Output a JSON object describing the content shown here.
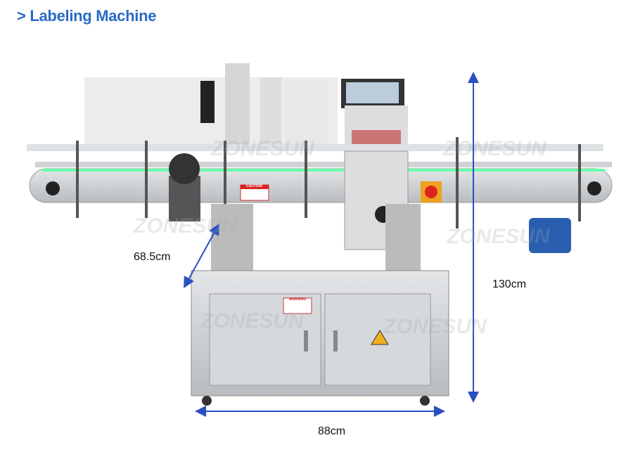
{
  "title": "> Labeling Machine",
  "dimensions": {
    "depth": "68.5cm",
    "height": "130cm",
    "width": "88cm"
  },
  "watermark": "ZONESUN",
  "labels": {
    "caution": "CAUTION",
    "warning": "WARNING"
  },
  "colors": {
    "title": "#2a6ac4",
    "dimension_arrow": "#2b4fc0",
    "steel": "#c9cdd1",
    "motor": "#2a5fb0",
    "estop": "#f0a020"
  }
}
